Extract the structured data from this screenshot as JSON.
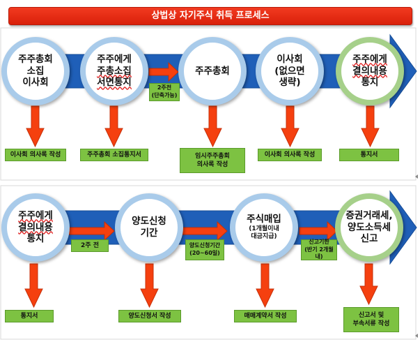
{
  "title": "상법상 자기주식 취득 프로세스",
  "colors": {
    "title_red": "#e52d12",
    "arrow_blue": "#1f5fb8",
    "arrow_red": "#f5400f",
    "ring_blue": "#a9cbea",
    "ring_green": "#a6d08a",
    "box_green": "#7dc242"
  },
  "top": {
    "steps": [
      {
        "line1": "주주총회",
        "line2": "소집",
        "line3": "이사회"
      },
      {
        "line1": "주주에게",
        "line2": "주총소집",
        "line3": "서면통지"
      },
      {
        "line1": "주주총회"
      },
      {
        "line1": "이사회",
        "line2": "(없으면",
        "line3": "생략)"
      },
      {
        "line1": "주주에게",
        "line2": "결의내용",
        "line3": "통지"
      }
    ],
    "connector": {
      "line1": "2주전",
      "line2": "(단축가능)"
    },
    "outputs": [
      {
        "line1": "이사회 의사록 작성"
      },
      {
        "line1": "주주총회 소집통지서"
      },
      {
        "line1": "임시주주총회",
        "line2": "의사록 작성"
      },
      {
        "line1": "이사회 의사록 작성"
      },
      {
        "line1": "통지서"
      }
    ]
  },
  "bottom": {
    "steps": [
      {
        "line1": "주주에게",
        "line2": "결의내용",
        "line3": "통지"
      },
      {
        "line1": "양도신청",
        "line2": "기간"
      },
      {
        "line1": "주식매입",
        "sub1": "(1개월이내",
        "sub2": "대금지급)"
      },
      {
        "line1": "증권거래세,",
        "line2": "양도소득세",
        "line3": "신고"
      }
    ],
    "connectors": [
      {
        "line1": "2주 전"
      },
      {
        "line1": "양도신청기간",
        "line2": "(20~60일)"
      },
      {
        "line1": "신고기한",
        "line2": "(반기 2개월내)"
      }
    ],
    "outputs": [
      {
        "line1": "통지서"
      },
      {
        "line1": "양도신청서 작성"
      },
      {
        "line1": "매매계약서 작성"
      },
      {
        "line1": "신고서 및",
        "line2": "부속서류 작성"
      }
    ]
  }
}
